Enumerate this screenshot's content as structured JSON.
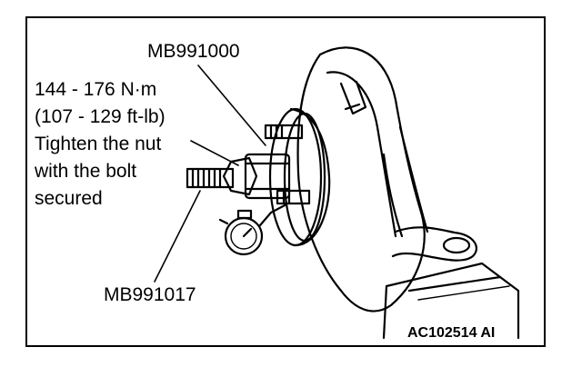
{
  "labels": {
    "tool_top": "MB991000",
    "torque_line1": "144 - 176 N·m",
    "torque_line2": "(107 - 129 ft-lb)",
    "instruction_line1": "Tighten the nut",
    "instruction_line2": "with the bolt",
    "instruction_line3": "secured",
    "tool_bottom": "MB991017",
    "figure_code": "AC102514 AI"
  }
}
